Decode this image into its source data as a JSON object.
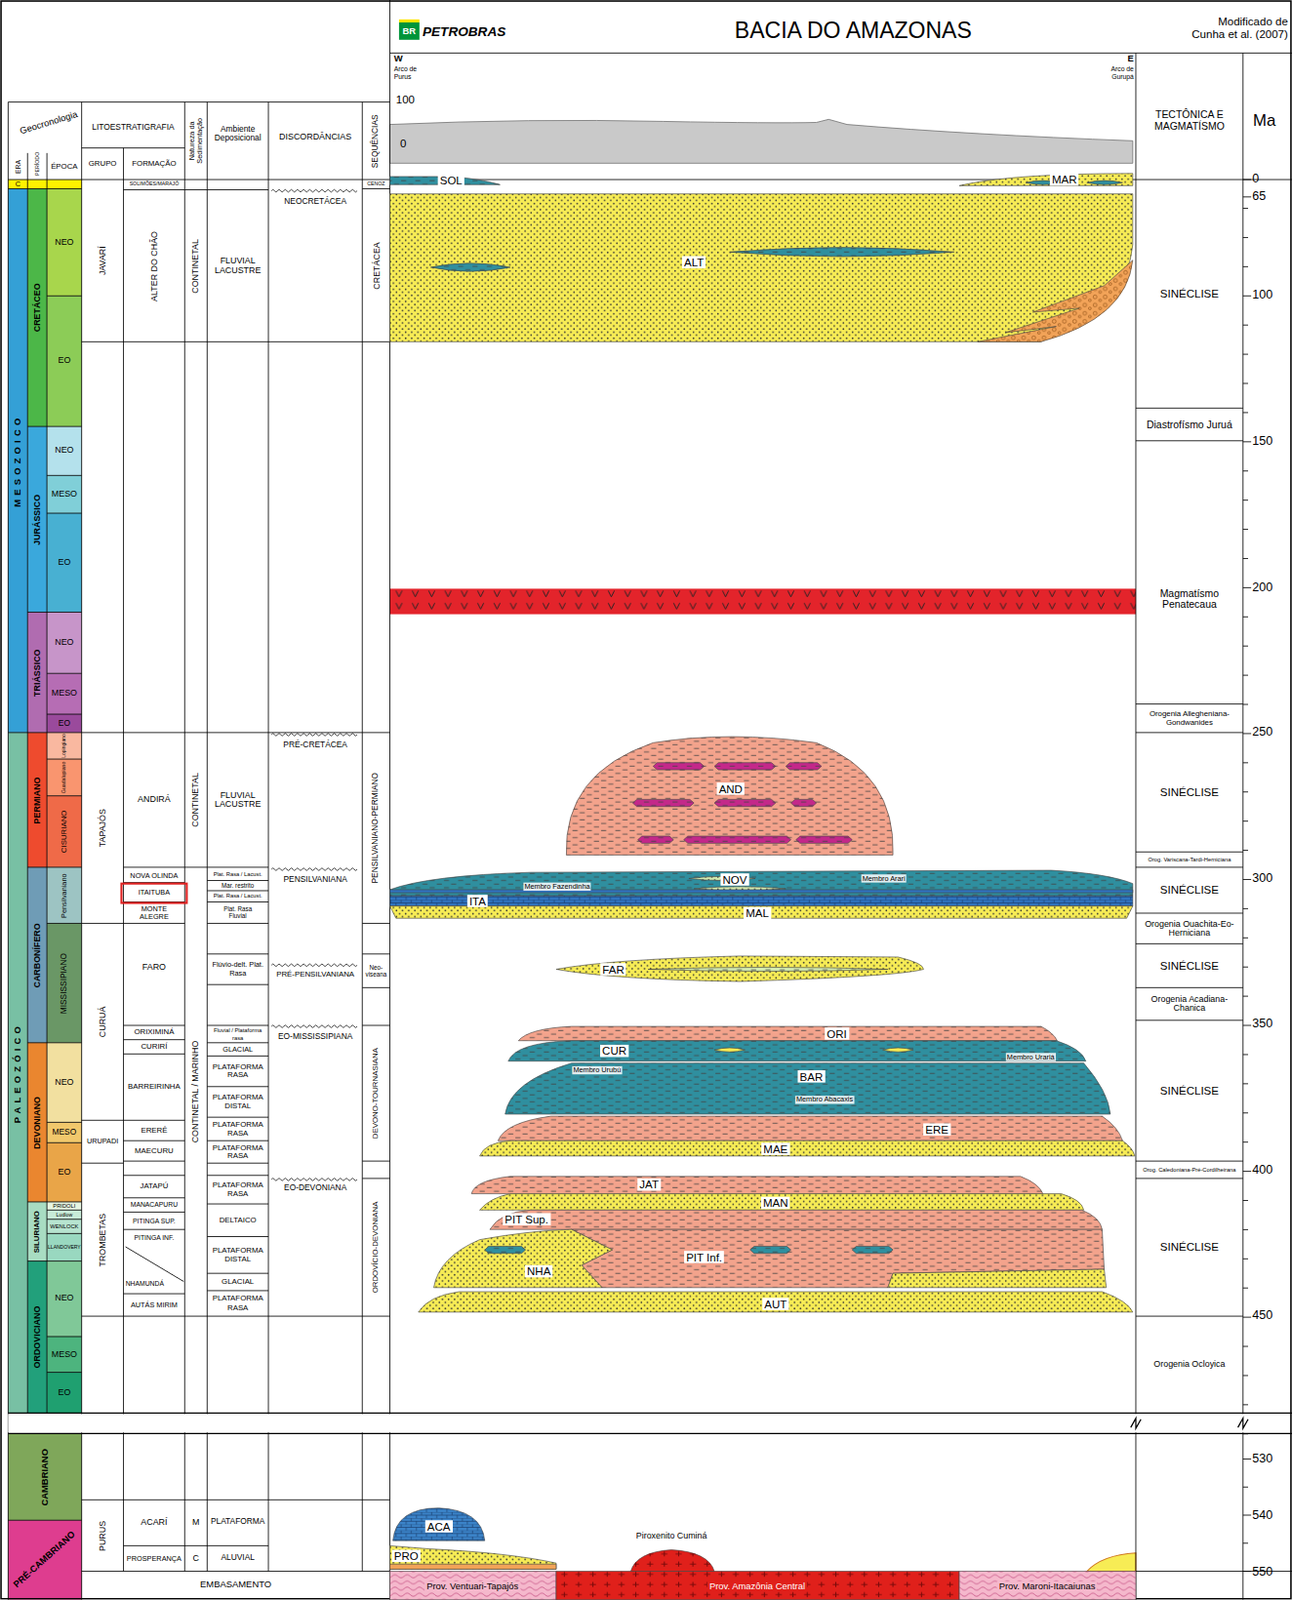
{
  "diagram": {
    "title": "BACIA DO AMAZONAS",
    "nodes": [
      {
        "text": [
          "SOL"
        ]
      },
      {
        "text": [
          "MAR"
        ]
      },
      {
        "text": [
          "ALT"
        ]
      },
      {
        "text": [
          "AND"
        ]
      },
      {
        "text": [
          "NOV",
          "Membro Fazendinha",
          "Membro Arari"
        ]
      },
      {
        "text": [
          "ITA"
        ]
      },
      {
        "text": [
          "MAL"
        ]
      },
      {
        "text": [
          "FAR"
        ]
      },
      {
        "text": [
          "ORI"
        ]
      },
      {
        "text": [
          "CUR",
          "Membro Urariá"
        ]
      },
      {
        "text": [
          "BAR",
          "Membro Urubú",
          "Membro Abacaxis"
        ]
      },
      {
        "text": [
          "ERE"
        ]
      },
      {
        "text": [
          "MAE"
        ]
      },
      {
        "text": [
          "JAT"
        ]
      },
      {
        "text": [
          "MAN"
        ]
      },
      {
        "text": [
          "PIT Sup."
        ]
      },
      {
        "text": [
          "PIT Inf."
        ]
      },
      {
        "text": [
          "NHA"
        ]
      },
      {
        "text": [
          "AUT"
        ]
      },
      {
        "text": [
          "ACA"
        ]
      },
      {
        "text": [
          "PRO"
        ]
      },
      {
        "text": [
          "Piroxenito Cuminá"
        ]
      },
      {
        "text": [
          "Prov. Ventuari-Tapajós"
        ]
      },
      {
        "text": [
          "Prov. Amazônia Central"
        ]
      },
      {
        "text": [
          "Prov. Maroni-Itacaiunas"
        ]
      }
    ],
    "labels": [
      "BR",
      "PETROBRAS",
      "Modificado de Cunha et al. (2007)",
      "W",
      "Arco de Purus",
      "E",
      "Arco de Gurupá",
      "100",
      "0",
      "Geocronologia",
      "ERA",
      "PERÍODO",
      "ÉPOCA",
      "LITOESTRATIGRAFIA",
      "GRUPO",
      "FORMAÇÃO",
      "Natureza da Sedimentação",
      "Ambiente Deposicional",
      "DISCORDÂNCIAS",
      "SEQUÊNCIAS",
      "TECTÔNICA E MAGMATÍSMO",
      "Ma",
      "C",
      "MESOZOICO",
      "PALEOZÓICO",
      "CRETÁCEO",
      "JURÁSSICO",
      "TRIÁSSICO",
      "PERMIANO",
      "CARBONÍFERO",
      "DEVONIANO",
      "SILURIANO",
      "ORDOVICIANO",
      "NEO",
      "EO",
      "NEO",
      "MESO",
      "EO",
      "NEO",
      "MESO",
      "EO",
      "Lopingiano",
      "Guadalupiano",
      "CISURIANO",
      "Pensilvaniano",
      "MISSISSIPIANO",
      "NEO",
      "MESO",
      "EO",
      "PRIDOLI",
      "Ludlow",
      "WENLOCK",
      "LLANDOVERY",
      "NEO",
      "MESO",
      "EO",
      "CAMBRIANO",
      "PRÉ-CAMBRIANO",
      "JAVARÍ",
      "TAPAJÓS",
      "CURUÁ",
      "URUPADI",
      "TROMBETAS",
      "PURUS",
      "SOLIMÕES/MARAJÓ",
      "ALTER DO CHÃO",
      "ANDIRÁ",
      "NOVA OLINDA",
      "ITAITUBA",
      "MONTE ALEGRE",
      "FARO",
      "ORIXIMINÁ",
      "CURIRÍ",
      "BARREIRINHA",
      "ERERÊ",
      "MAECURU",
      "JATAPÚ",
      "MANACAPURU",
      "PITINGA SUP.",
      "PITINGA INF.",
      "NHAMUNDÁ",
      "AUTÁS MIRIM",
      "ACARÍ",
      "PROSPERANÇA",
      "CONTINETAL",
      "CONTINETAL",
      "CONTINETAL / MARINHO",
      "M",
      "C",
      "FLUVIAL LACUSTRE",
      "FLUVIAL LACUSTRE",
      "Plat. Rasa / Lacust.",
      "Mar. restrito",
      "Plat. Rasa / Lacust.",
      "Plat. Rasa Fluvial",
      "Flúvio-delt. Plat. Rasa",
      "Fluvial / Plataforma rasa",
      "GLACIAL",
      "PLATAFORMA RASA",
      "PLATAFORMA DISTAL",
      "PLATAFORMA RASA",
      "PLATAFORMA RASA",
      "PLATAFORMA RASA",
      "DELTAICO",
      "PLATAFORMA DISTAL",
      "GLACIAL",
      "PLATAFORMA RASA",
      "PLATAFORMA",
      "ALUVIAL",
      "NEOCRETÁCEA",
      "PRÉ-CRETÁCEA",
      "PENSILVANIANA",
      "PRÉ-PENSILVANIANA",
      "EO-MISSISSIPIANA",
      "EO-DEVONIANA",
      "EMBASAMENTO",
      "CENOZ",
      "CRETÁCEA",
      "PENSILVANIANO-PERMIANO",
      "Neo-viseana",
      "DEVONO-TOURNASIANA",
      "ORDOVÍCIO-DEVONIANA",
      "SINÉCLISE",
      "Diastrofísmo Juruá",
      "Magmatísmo Penatecaua",
      "Orogenia Allegheniana-Gondwanides",
      "SINÉCLISE",
      "Orog. Variscana-Tardi-Herniciana",
      "SINÉCLISE",
      "Orogenia Ouachita-Eo-Herniciana",
      "SINÉCLISE",
      "Orogenia Acadiana-Chanica",
      "SINÉCLISE",
      "Orog. Caledoniana-Pré-Cordilheirana",
      "SINÉCLISE",
      "Orogenia Ocloyica",
      "0",
      "65",
      "100",
      "150",
      "200",
      "250",
      "300",
      "350",
      "400",
      "450",
      "530",
      "540",
      "550"
    ]
  }
}
